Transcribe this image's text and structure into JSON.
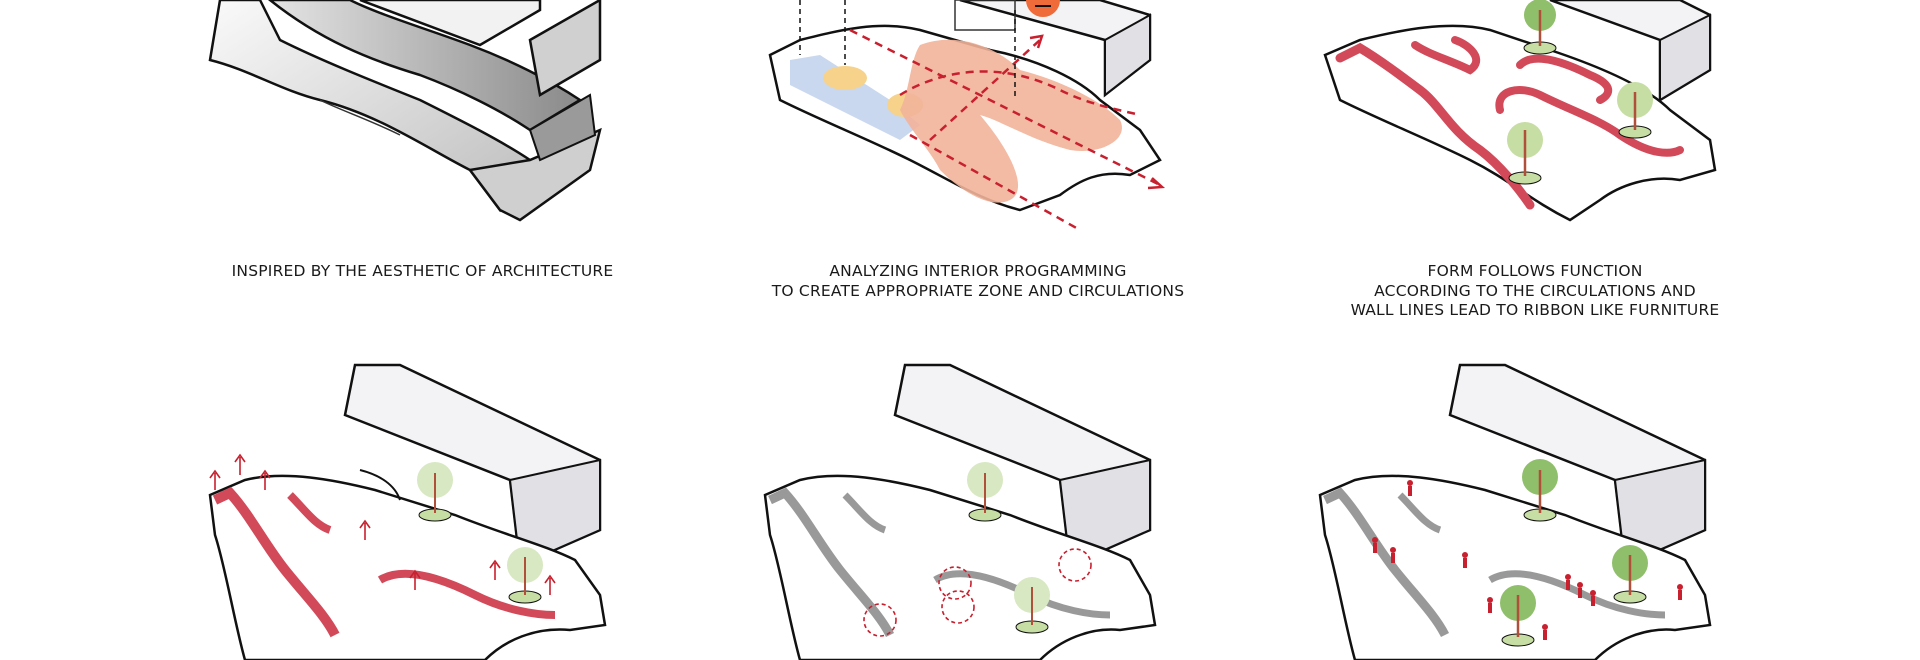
{
  "captions": {
    "c1": [
      "INSPIRED BY THE AESTHETIC OF ARCHITECTURE"
    ],
    "c2": [
      "ANALYZING INTERIOR PROGRAMMING",
      "TO CREATE APPROPRIATE ZONE AND CIRCULATIONS"
    ],
    "c3": [
      "FORM FOLLOWS FUNCTION",
      "ACCORDING TO THE CIRCULATIONS AND",
      "WALL LINES LEAD TO RIBBON LIKE FURNITURE"
    ]
  },
  "colors": {
    "outline": "#111111",
    "ribbon": "#d24a5a",
    "arrow": "#c8202e",
    "zone_blue": "#c9d8ee",
    "zone_yellow": "#f6d28a",
    "zone_salmon": "#f2b39a",
    "icon_orange": "#ef6b3a",
    "tree_green": "#8fbf6a",
    "tree_light": "#c6dda3",
    "trunk": "#b0503a"
  },
  "icons": [
    "person-icon",
    "tree-icon",
    "arrow-up-icon",
    "pin-marker-icon"
  ]
}
